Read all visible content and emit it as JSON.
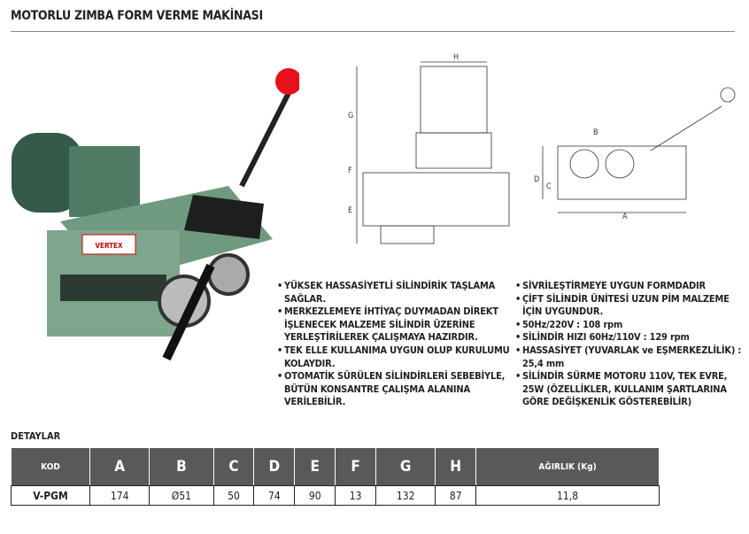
{
  "title": "MOTORLU ZIMBA FORM VERME MAKİNASI",
  "photo": {
    "label": "VERTEX"
  },
  "diagram": {
    "labels": {
      "h": "H",
      "g": "G",
      "f": "F",
      "e": "E",
      "b": "B",
      "d": "D",
      "c": "C",
      "a": "A"
    }
  },
  "features_left": [
    "YÜKSEK HASSASİYETLİ SİLİNDİRİK TAŞLAMA SAĞLAR.",
    "MERKEZLEMEYE İHTİYAÇ DUYMADAN DİREKT İŞLENECEK MALZEME SİLİNDİR ÜZERİNE YERLEŞTİRİLEREK ÇALIŞMAYA HAZIRDIR.",
    "TEK ELLE KULLANIMA UYGUN OLUP KURULUMU KOLAYDIR.",
    "OTOMATİK SÜRÜLEN SİLİNDİRLERİ SEBEBİYLE, BÜTÜN KONSANTRE ÇALIŞMA ALANINA VERİLEBİLİR."
  ],
  "features_right": [
    "SİVRİLEŞTİRMEYE UYGUN FORMDADIR",
    "ÇİFT SİLİNDİR ÜNİTESİ UZUN PİM MALZEME İÇİN UYGUNDUR.",
    "50Hz/220V : 108 rpm",
    "SİLİNDİR HIZI 60Hz/110V : 129 rpm",
    "HASSASİYET (YUVARLAK ve EŞMERKEZLİLİK) : 25,4 mm",
    "SİLİNDİR SÜRME MOTORU 110V, TEK EVRE, 25W (ÖZELLİKLER, KULLANIM ŞARTLARINA GÖRE DEĞİŞKENLİK GÖSTEREBİLİR)"
  ],
  "details": {
    "title": "DETAYLAR",
    "headers": [
      "KOD",
      "A",
      "B",
      "C",
      "D",
      "E",
      "F",
      "G",
      "H",
      "AĞIRLIK (Kg)"
    ],
    "rows": [
      [
        "V-PGM",
        "174",
        "Ø51",
        "50",
        "74",
        "90",
        "13",
        "132",
        "87",
        "11,8"
      ]
    ]
  }
}
